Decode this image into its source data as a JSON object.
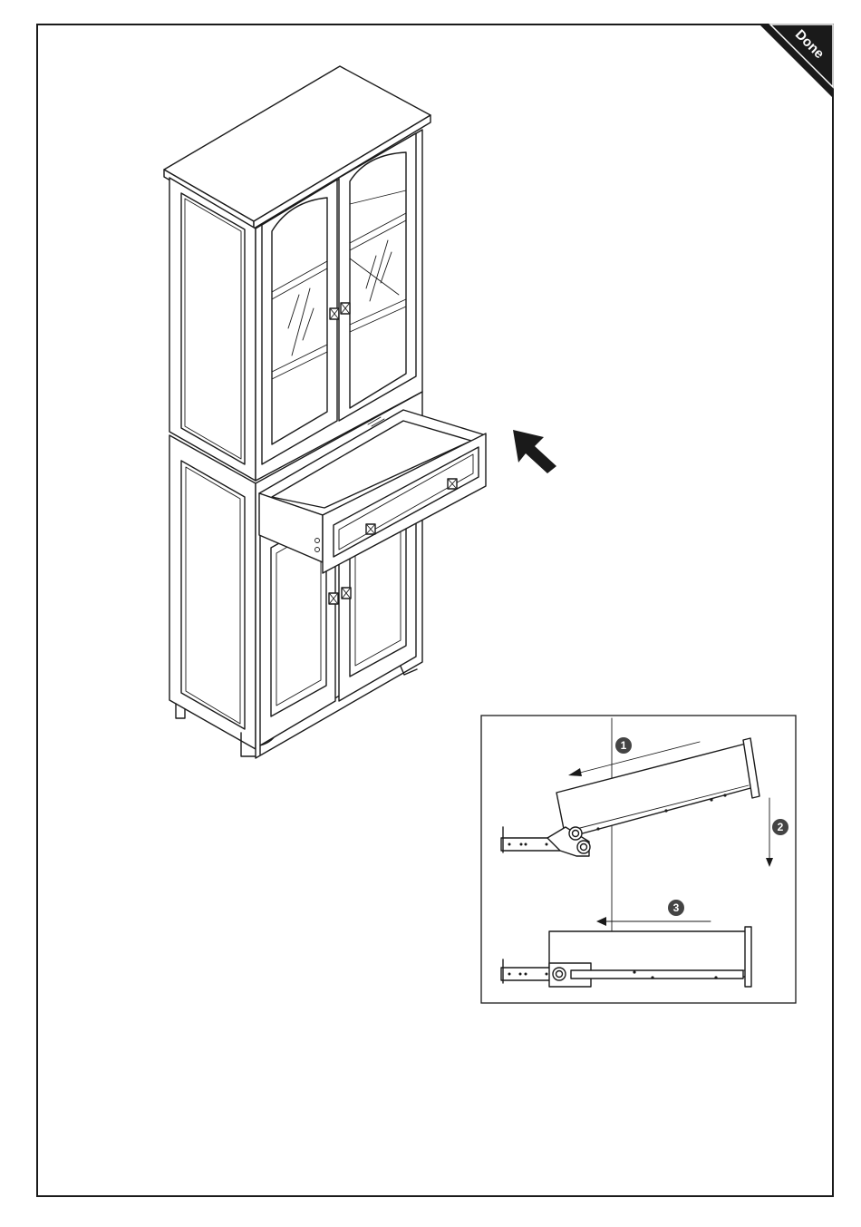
{
  "corner_badge": {
    "label": "Done",
    "color": "#1a1a1a"
  },
  "detail_steps": [
    {
      "number": "1"
    },
    {
      "number": "2"
    },
    {
      "number": "3"
    }
  ]
}
